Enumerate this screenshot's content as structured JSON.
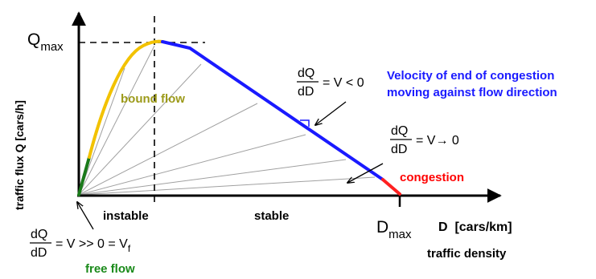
{
  "axes": {
    "y_label": "traffic flux Q  [cars/h]",
    "x_label": "D  [cars/km]",
    "x_sublabel": "traffic density",
    "q_max_main": "Q",
    "q_max_sub": "max",
    "d_max_main": "D",
    "d_max_sub": "max"
  },
  "regions": {
    "bound_flow": "bound flow",
    "congestion": "congestion",
    "instable": "instable",
    "stable": "stable",
    "free_flow": "free flow"
  },
  "formulas": {
    "dq": "dQ",
    "dd": "dD",
    "negative_rhs": "= V < 0",
    "zero_rhs": "= V→ 0",
    "free_rhs_main": "= V >> 0 = V",
    "free_rhs_sub": "f"
  },
  "annotation": {
    "line1": "Velocity of end of congestion",
    "line2": "moving against flow direction"
  },
  "colors": {
    "free_flow_segment": "#1a7a1a",
    "bound_flow_segment": "#f2c200",
    "stable_segment": "#1a1aff",
    "congestion_segment": "#ff2020",
    "bound_flow_text": "#9c9a1a",
    "free_flow_text": "#1a8a1a",
    "annotation_text": "#1a1aff",
    "congestion_text": "#ff0000",
    "rays": "#a0a0a0",
    "axes": "#000000"
  }
}
